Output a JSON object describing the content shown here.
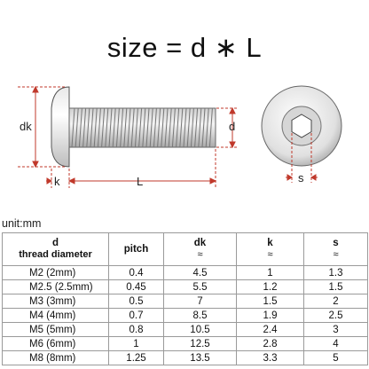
{
  "title": "size = d ∗ L",
  "diagram": {
    "labels": {
      "dk": "dk",
      "d": "d",
      "k": "k",
      "L": "L",
      "s": "s"
    }
  },
  "unit_label": "unit:mm",
  "table": {
    "headers": [
      {
        "main": "d",
        "sub": "thread diameter"
      },
      {
        "main": "pitch",
        "sub": ""
      },
      {
        "main": "dk",
        "sub": "≈"
      },
      {
        "main": "k",
        "sub": "≈"
      },
      {
        "main": "s",
        "sub": "≈"
      }
    ],
    "rows": [
      [
        "M2 (2mm)",
        "0.4",
        "4.5",
        "1",
        "1.3"
      ],
      [
        "M2.5 (2.5mm)",
        "0.45",
        "5.5",
        "1.2",
        "1.5"
      ],
      [
        "M3 (3mm)",
        "0.5",
        "7",
        "1.5",
        "2"
      ],
      [
        "M4 (4mm)",
        "0.7",
        "8.5",
        "1.9",
        "2.5"
      ],
      [
        "M5 (5mm)",
        "0.8",
        "10.5",
        "2.4",
        "3"
      ],
      [
        "M6 (6mm)",
        "1",
        "12.5",
        "2.8",
        "4"
      ],
      [
        "M8 (8mm)",
        "1.25",
        "13.5",
        "3.3",
        "5"
      ]
    ]
  }
}
